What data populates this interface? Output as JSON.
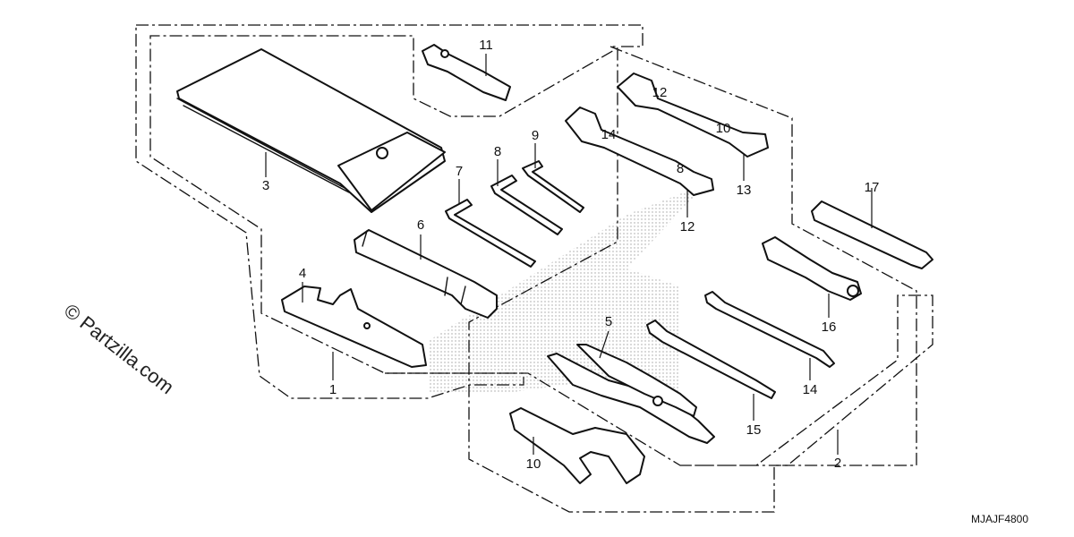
{
  "diagram": {
    "watermark": "© Partzilla.com",
    "diagram_code": "MJAJF4800",
    "callouts": {
      "c1": "1",
      "c2": "2",
      "c3": "3",
      "c4": "4",
      "c5": "5",
      "c6": "6",
      "c7": "7",
      "c8": "8",
      "c9": "9",
      "c10": "10",
      "c11": "11",
      "c12": "12",
      "c13": "13",
      "c14": "14",
      "c15": "15",
      "c16": "16",
      "c17": "17"
    },
    "wrench_marks": {
      "w12_a": "14",
      "w12_b": "8",
      "w13_a": "12",
      "w13_b": "10"
    }
  }
}
